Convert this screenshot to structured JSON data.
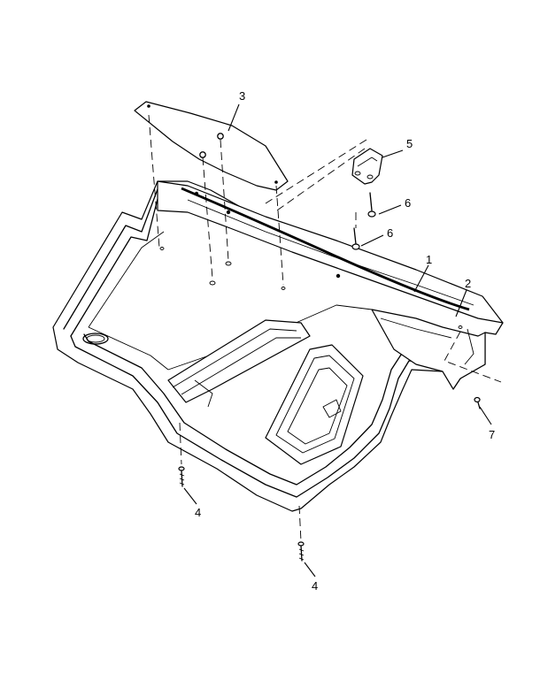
{
  "callouts": [
    {
      "id": "c1",
      "label": "1"
    },
    {
      "id": "c2",
      "label": "2"
    },
    {
      "id": "c3",
      "label": "3"
    },
    {
      "id": "c4a",
      "label": "4"
    },
    {
      "id": "c4b",
      "label": "4"
    },
    {
      "id": "c5",
      "label": "5"
    },
    {
      "id": "c6a",
      "label": "6"
    },
    {
      "id": "c6b",
      "label": "6"
    },
    {
      "id": "c7",
      "label": "7"
    }
  ]
}
